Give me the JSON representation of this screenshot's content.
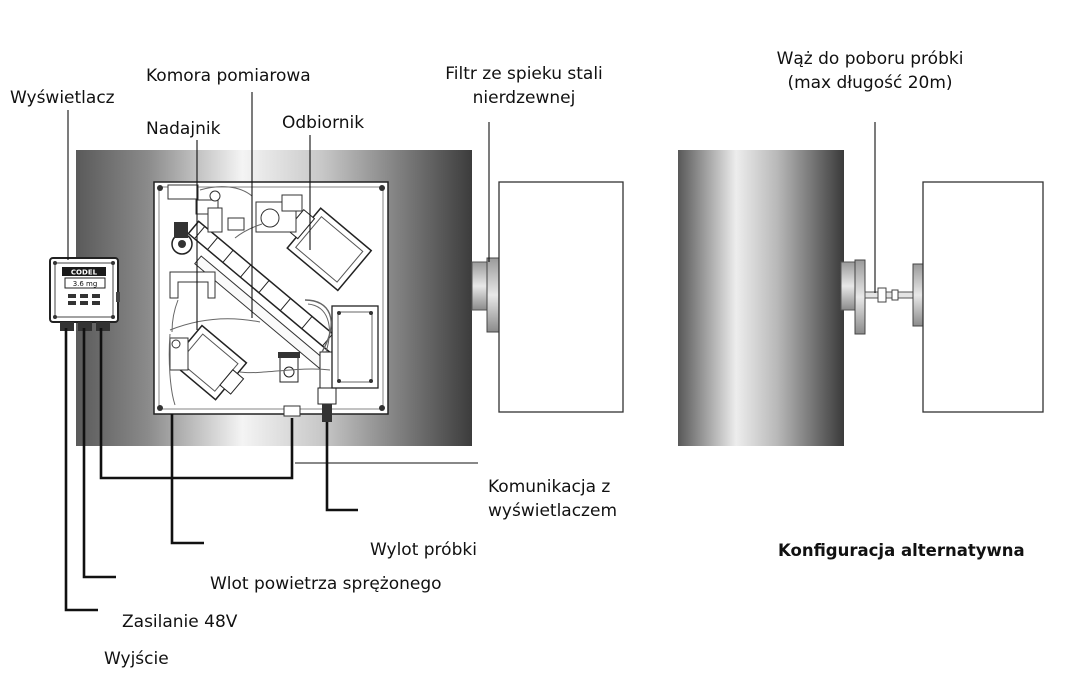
{
  "labels": {
    "display": "Wyświetlacz",
    "measuring_chamber": "Komora pomiarowa",
    "transmitter": "Nadajnik",
    "receiver": "Odbiornik",
    "filter_line1": "Filtr ze spieku stali",
    "filter_line2": "nierdzewnej",
    "sample_hose_line1": "Wąż do poboru próbki",
    "sample_hose_line2": "(max długość 20m)",
    "display_comm_line1": "Komunikacja z",
    "display_comm_line2": "wyświetlaczem",
    "sample_outlet": "Wylot próbki",
    "alt_config": "Konfiguracja alternatywna",
    "compressed_air_inlet": "Wlot powietrza sprężonego",
    "power_supply": "Zasilanie 48V",
    "output": "Wyjście"
  },
  "display_unit": {
    "brand": "CODEL",
    "reading": "3.6 mg"
  }
}
